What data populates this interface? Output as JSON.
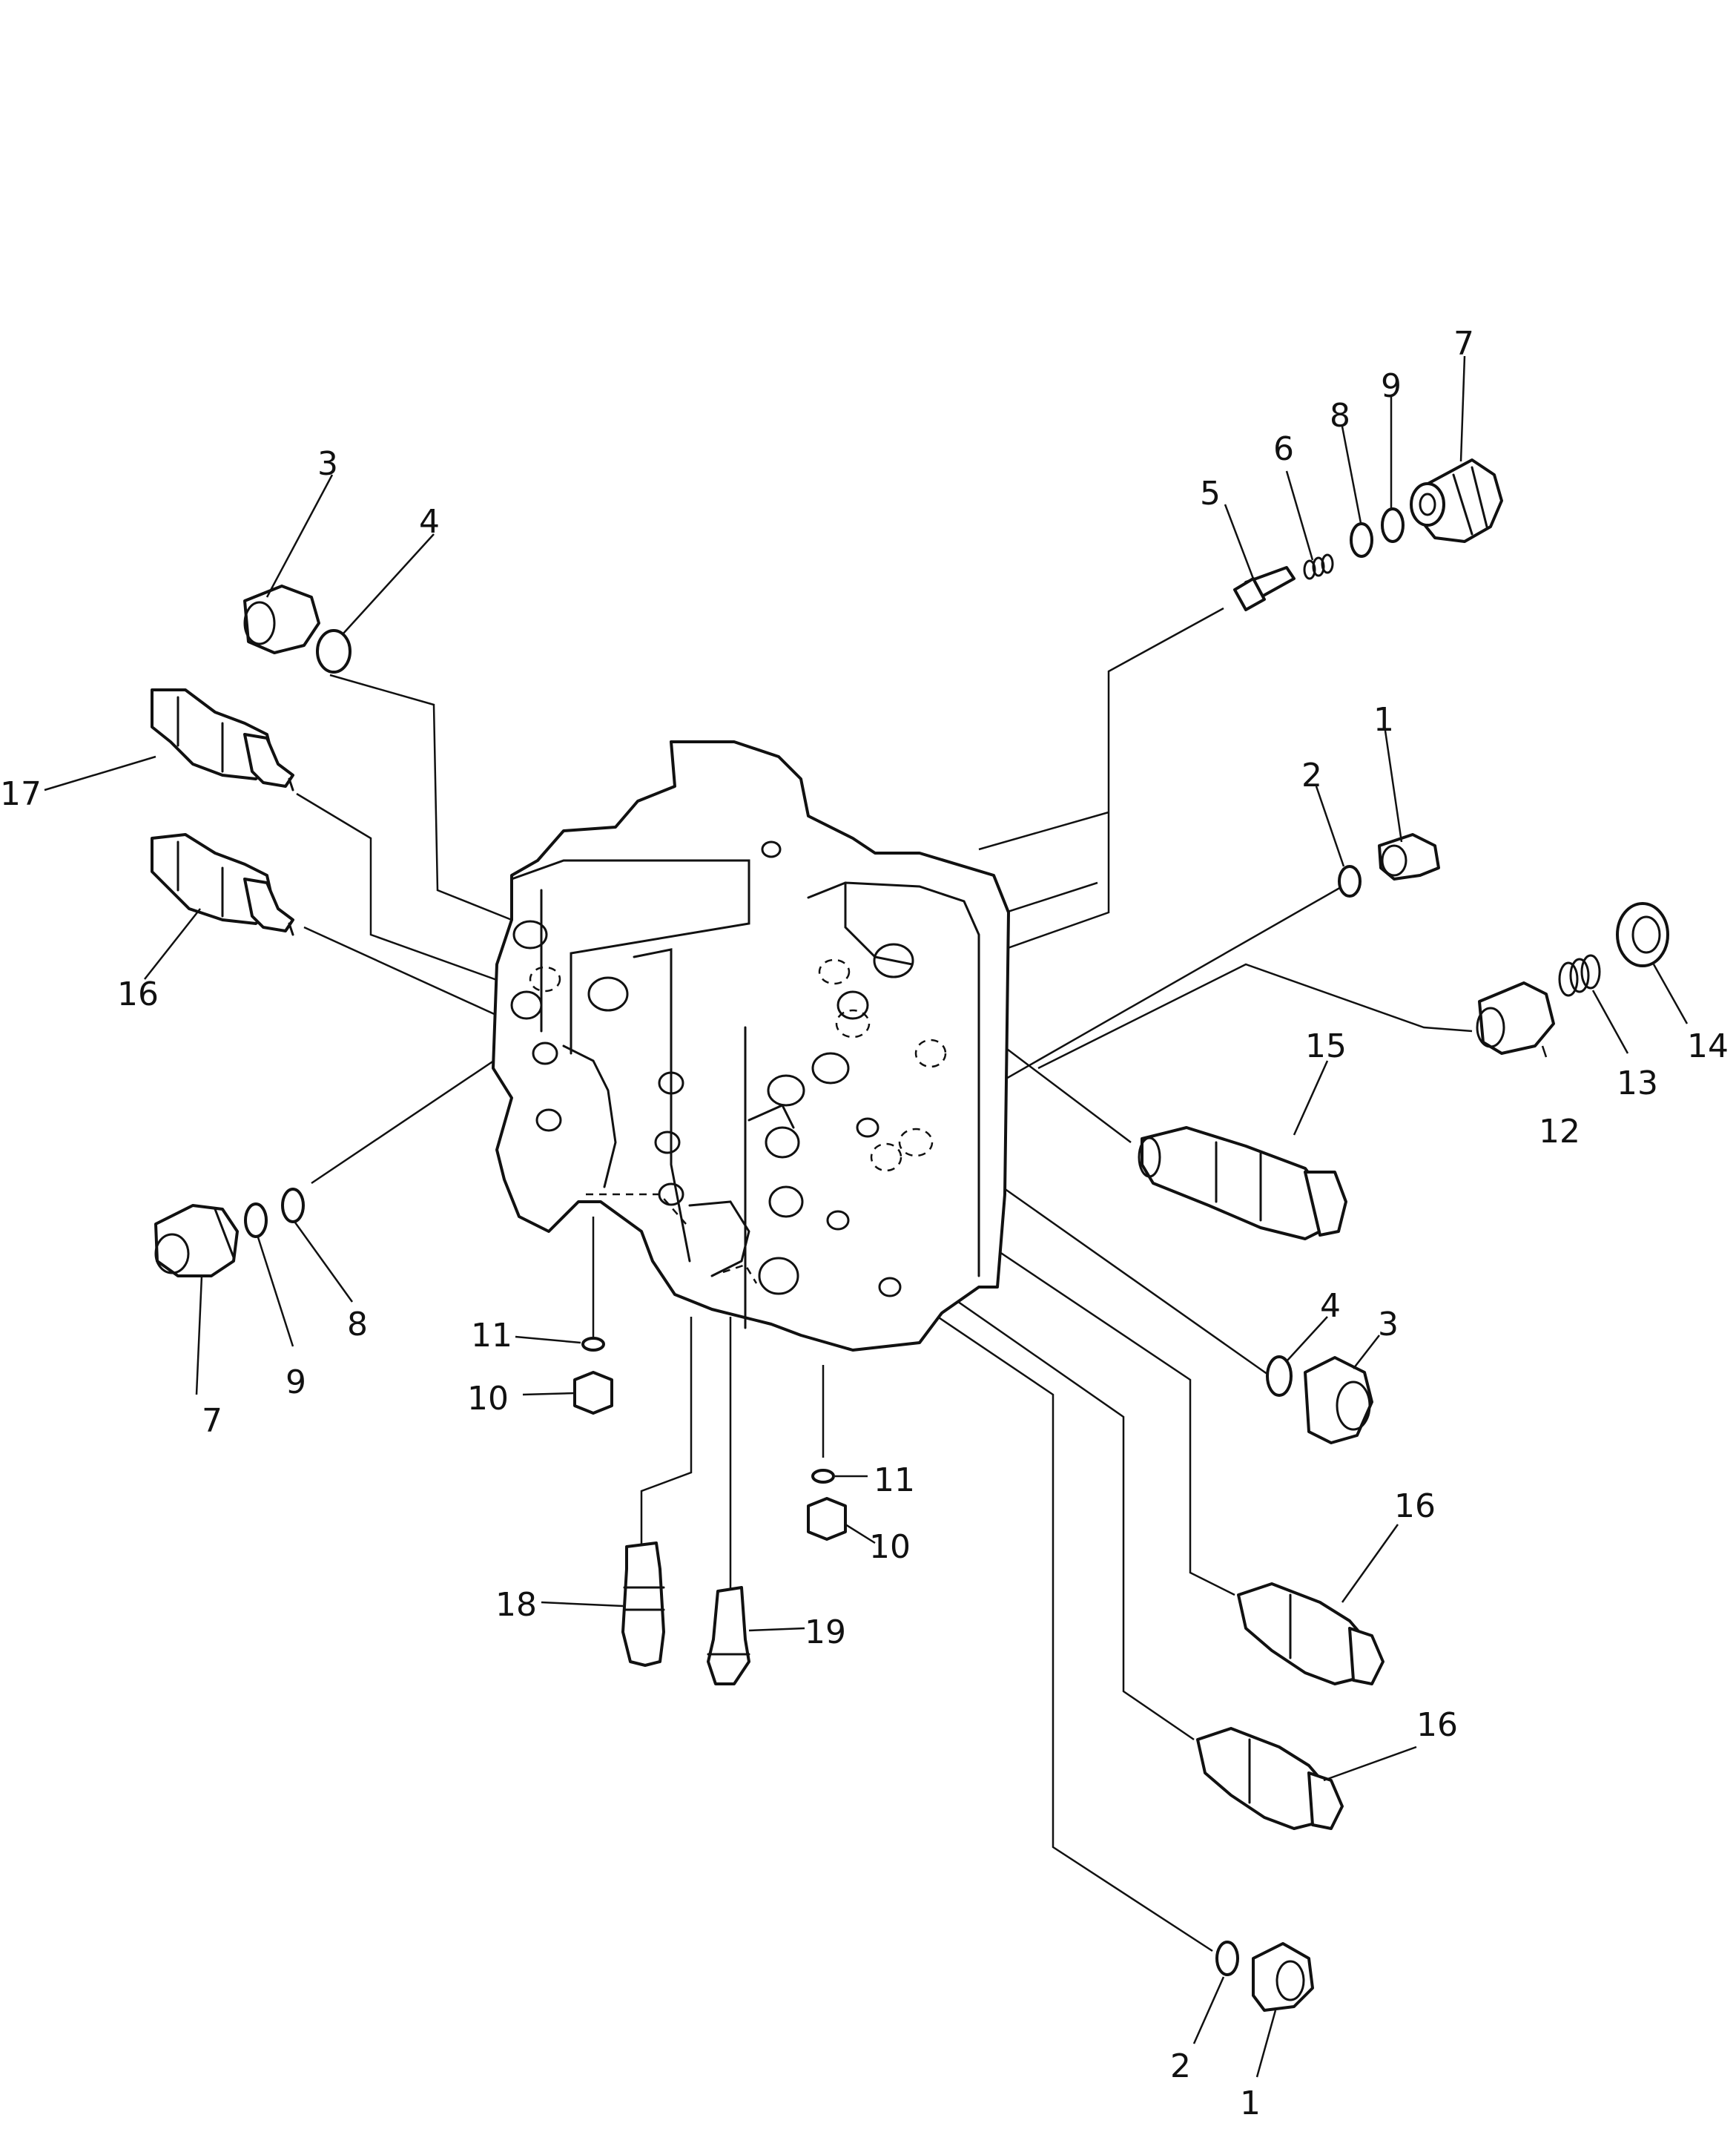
{
  "diagram": {
    "callouts": {
      "c1a": "1",
      "c1b": "1",
      "c2a": "2",
      "c2b": "2",
      "c3a": "3",
      "c3b": "3",
      "c4a": "4",
      "c4b": "4",
      "c5": "5",
      "c6": "6",
      "c7a": "7",
      "c7b": "7",
      "c8a": "8",
      "c8b": "8",
      "c9a": "9",
      "c9b": "9",
      "c10a": "10",
      "c10b": "10",
      "c11a": "11",
      "c11b": "11",
      "c12": "12",
      "c13": "13",
      "c14": "14",
      "c15": "15",
      "c16a": "16",
      "c16b": "16",
      "c16c": "16",
      "c17": "17",
      "c18": "18",
      "c19": "19"
    }
  }
}
